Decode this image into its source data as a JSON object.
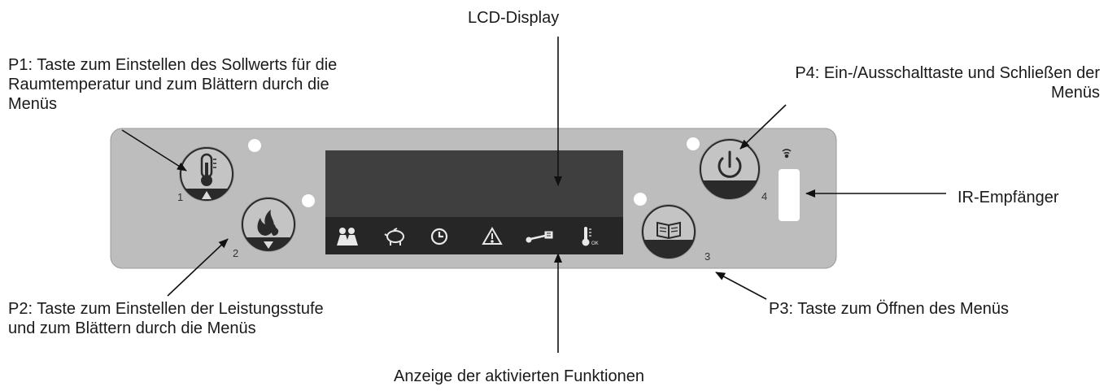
{
  "labels": {
    "lcd": "LCD-Display",
    "p1_line1": "P1: Taste zum Einstellen des Sollwerts für die",
    "p1_line2": "Raumtemperatur und zum Blättern durch die",
    "p1_line3": "Menüs",
    "p4_line1": "P4: Ein-/Ausschalttaste und Schließen der",
    "p4_line2": "Menüs",
    "ir": "IR-Empfänger",
    "p2_line1": "P2: Taste zum Einstellen der Leistungsstufe",
    "p2_line2": "und zum Blättern durch die Menüs",
    "p3": "P3: Taste zum Öffnen des Menüs",
    "functions": "Anzeige der aktivierten Funktionen"
  },
  "buttons": {
    "b1": {
      "number": "1",
      "icon": "thermometer-icon"
    },
    "b2": {
      "number": "2",
      "icon": "flame-icon"
    },
    "b3": {
      "number": "3",
      "icon": "book-icon"
    },
    "b4": {
      "number": "4",
      "icon": "power-icon"
    }
  },
  "status_icons": [
    "people-icon",
    "piggy-bank-icon",
    "clock-icon",
    "warning-icon",
    "key-icon",
    "thermometer-ok-icon"
  ],
  "status_ok_text": "OK",
  "colors": {
    "panel": "#bdbdbd",
    "lcd": "#3f3f3f",
    "icon_bar": "#262626",
    "button_face": "#c4c4c4",
    "button_dark": "#2a2a2a",
    "led": "#ffffff"
  }
}
